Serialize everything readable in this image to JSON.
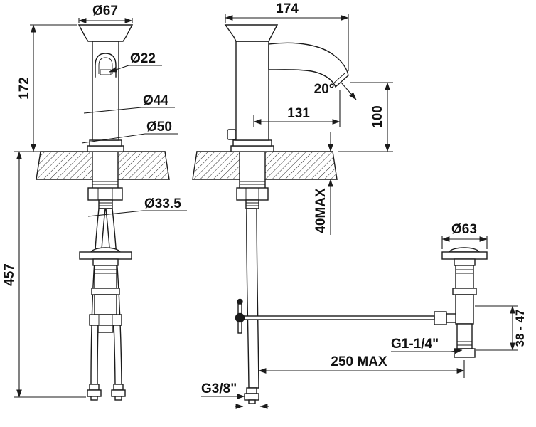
{
  "drawing": {
    "line_color": "#1b1b1b",
    "background_color": "#ffffff"
  },
  "front_view": {
    "top_diameter": "Ø67",
    "aerator_diameter": "Ø22",
    "height_above_deck": "172",
    "body_diameter": "Ø44",
    "base_diameter": "Ø50",
    "shank_diameter": "Ø33.5",
    "total_drop": "457"
  },
  "side_view": {
    "depth": "174",
    "spout_angle": "20°",
    "spout_reach": "131",
    "spout_height": "100",
    "deck_thickness_max": "40MAX",
    "rod_reach_max": "250 MAX",
    "supply_thread": "G3/8\""
  },
  "waste": {
    "flange_diameter": "Ø63",
    "height_range": "38 - 47",
    "thread": "G1-1/4\""
  }
}
